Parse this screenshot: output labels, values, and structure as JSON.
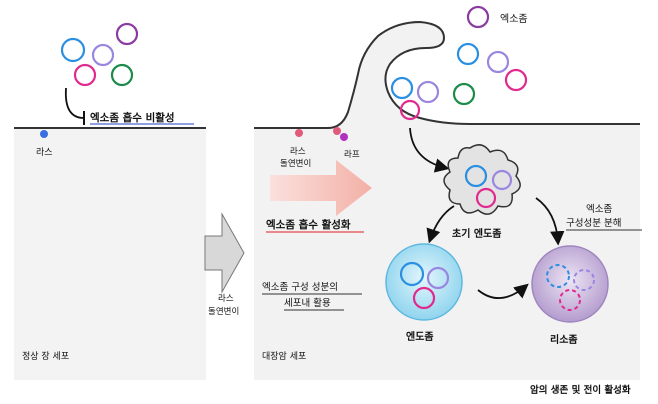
{
  "labels": {
    "exosome": "엑소좀",
    "inhibit": "엑소좀 흡수 비활성",
    "ras": "라스",
    "normal_cell": "정상 장 세포",
    "ras_mutation_line1": "라스",
    "ras_mutation_line2": "돌연변이",
    "raf": "라프",
    "activate": "엑소좀 흡수 활성화",
    "early_endosome": "초기 엔도좀",
    "component_line1": "엑소좀",
    "component_line2": "구성성분 분해",
    "utilize_line1": "엑소좀 구성 성분의",
    "utilize_line2": "세포내 활용",
    "endosome": "엔도좀",
    "lysosome": "리소좀",
    "crc_cell": "대장암 세포",
    "cancer_activation": "암의 생존 및 전이 활성화",
    "mut_arrow_line1": "라스",
    "mut_arrow_line2": "돌연변이"
  },
  "colors": {
    "inhibit_text": "#1f3fc4",
    "activate_text": "#e02020",
    "exo_blue": "#2a8fe0",
    "exo_purple": "#8a3aa0",
    "exo_pink": "#e02a8f",
    "exo_green": "#1c8a4a",
    "exo_lilac": "#9a86e0",
    "ras_blue": "#3a6fe0",
    "ras_pink": "#e05a7a",
    "raf_purple": "#b030c0",
    "activation_arrow": "#f4b8b0",
    "cell_fill": "#f2f2f2",
    "endosome_fill": "#a9dff3",
    "lysosome_fill": "#c7b6dc"
  }
}
